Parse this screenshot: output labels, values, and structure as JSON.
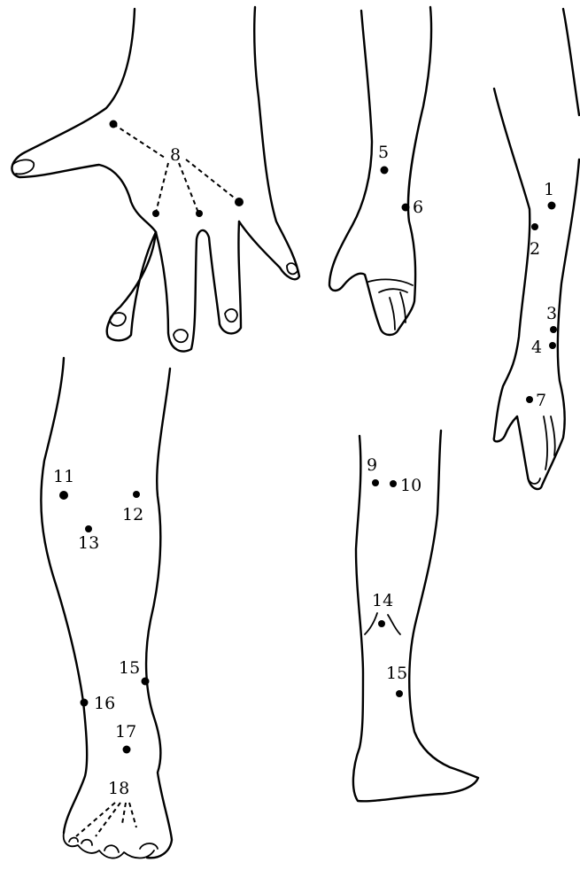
{
  "points": [
    {
      "id": "p1",
      "label": "1"
    },
    {
      "id": "p2",
      "label": "2"
    },
    {
      "id": "p3",
      "label": "3"
    },
    {
      "id": "p4",
      "label": "4"
    },
    {
      "id": "p5",
      "label": "5"
    },
    {
      "id": "p6",
      "label": "6"
    },
    {
      "id": "p7",
      "label": "7"
    },
    {
      "id": "p8",
      "label": "8"
    },
    {
      "id": "p9",
      "label": "9"
    },
    {
      "id": "p10",
      "label": "10"
    },
    {
      "id": "p11",
      "label": "11"
    },
    {
      "id": "p12",
      "label": "12"
    },
    {
      "id": "p13",
      "label": "13"
    },
    {
      "id": "p14",
      "label": "14"
    },
    {
      "id": "p15a",
      "label": "15"
    },
    {
      "id": "p15b",
      "label": "15"
    },
    {
      "id": "p16",
      "label": "16"
    },
    {
      "id": "p17",
      "label": "17"
    },
    {
      "id": "p18",
      "label": "18"
    }
  ]
}
